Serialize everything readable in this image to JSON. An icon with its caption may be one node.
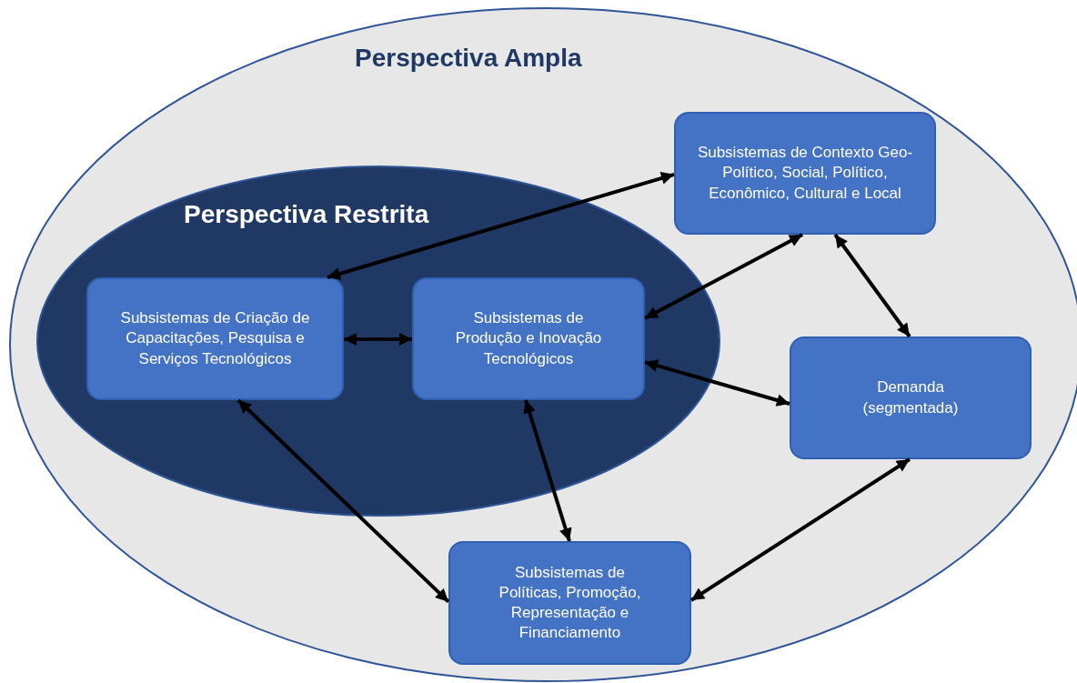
{
  "diagram": {
    "nodes": [
      {
        "text": [
          "Perspectiva Ampla"
        ]
      },
      {
        "text": [
          "Perspectiva Restrita"
        ],
        "in": 0
      },
      {
        "text": [
          "Subsistemas de Criação de Capacitações, Pesquisa e Serviços Tecnológicos"
        ],
        "in": 1
      },
      {
        "text": [
          "Subsistemas de Produção e Inovação Tecnológicos"
        ],
        "in": 1
      },
      {
        "text": [
          "Subsistemas de Contexto Geo-Político, Social, Político, Econômico, Cultural e Local"
        ],
        "in": 0
      },
      {
        "text": [
          "Demanda (segmentada)"
        ],
        "in": 0
      },
      {
        "text": [
          "Subsistemas de Políticas, Promoção, Representação e Financiamento"
        ],
        "in": 0
      }
    ],
    "edges": [
      {
        "from": 2,
        "to": 4,
        "arrow": "both"
      },
      {
        "from": 2,
        "to": 3,
        "arrow": "both"
      },
      {
        "from": 3,
        "to": 4,
        "arrow": "both"
      },
      {
        "from": 4,
        "to": 5,
        "arrow": "both"
      },
      {
        "from": 3,
        "to": 5,
        "arrow": "both"
      },
      {
        "from": 2,
        "to": 6,
        "arrow": "both"
      },
      {
        "from": 3,
        "to": 6,
        "arrow": "both"
      },
      {
        "from": 6,
        "to": 5,
        "arrow": "both"
      }
    ]
  }
}
